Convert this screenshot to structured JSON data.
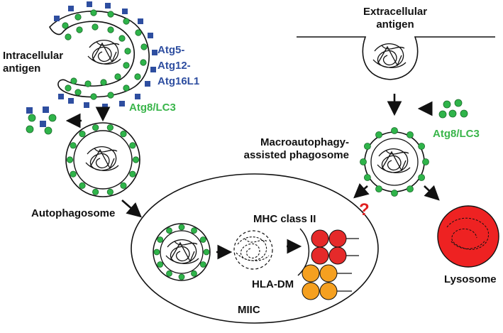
{
  "labels": {
    "intracellular_antigen": [
      "Intracellular",
      "antigen"
    ],
    "atg5_complex": [
      "Atg5-",
      "Atg12-",
      "Atg16L1"
    ],
    "atg8_left": "Atg8/LC3",
    "extracellular_antigen": [
      "Extracellular",
      "antigen"
    ],
    "atg8_right": "Atg8/LC3",
    "macroautophagy_phagosome": [
      "Macroautophagy-",
      "assisted phagosome"
    ],
    "autophagosome": "Autophagosome",
    "mhc_class_ii": "MHC class II",
    "hla_dm": "HLA-DM",
    "miic": "MIIC",
    "lysosome": "Lysosome",
    "question_mark": "?"
  },
  "colors": {
    "lc3_green": "#2fb44a",
    "atg_blue": "#2e4ea0",
    "mhc_red": "#e52a2a",
    "hla_orange": "#f5a020",
    "lysosome_red": "#ee2222",
    "question_red": "#e02020",
    "outline": "#111111"
  },
  "icons": {
    "antigen": "tangled-protein-icon",
    "lc3_molecule": "green-dot-icon",
    "atg_complex": "blue-square-icon"
  }
}
